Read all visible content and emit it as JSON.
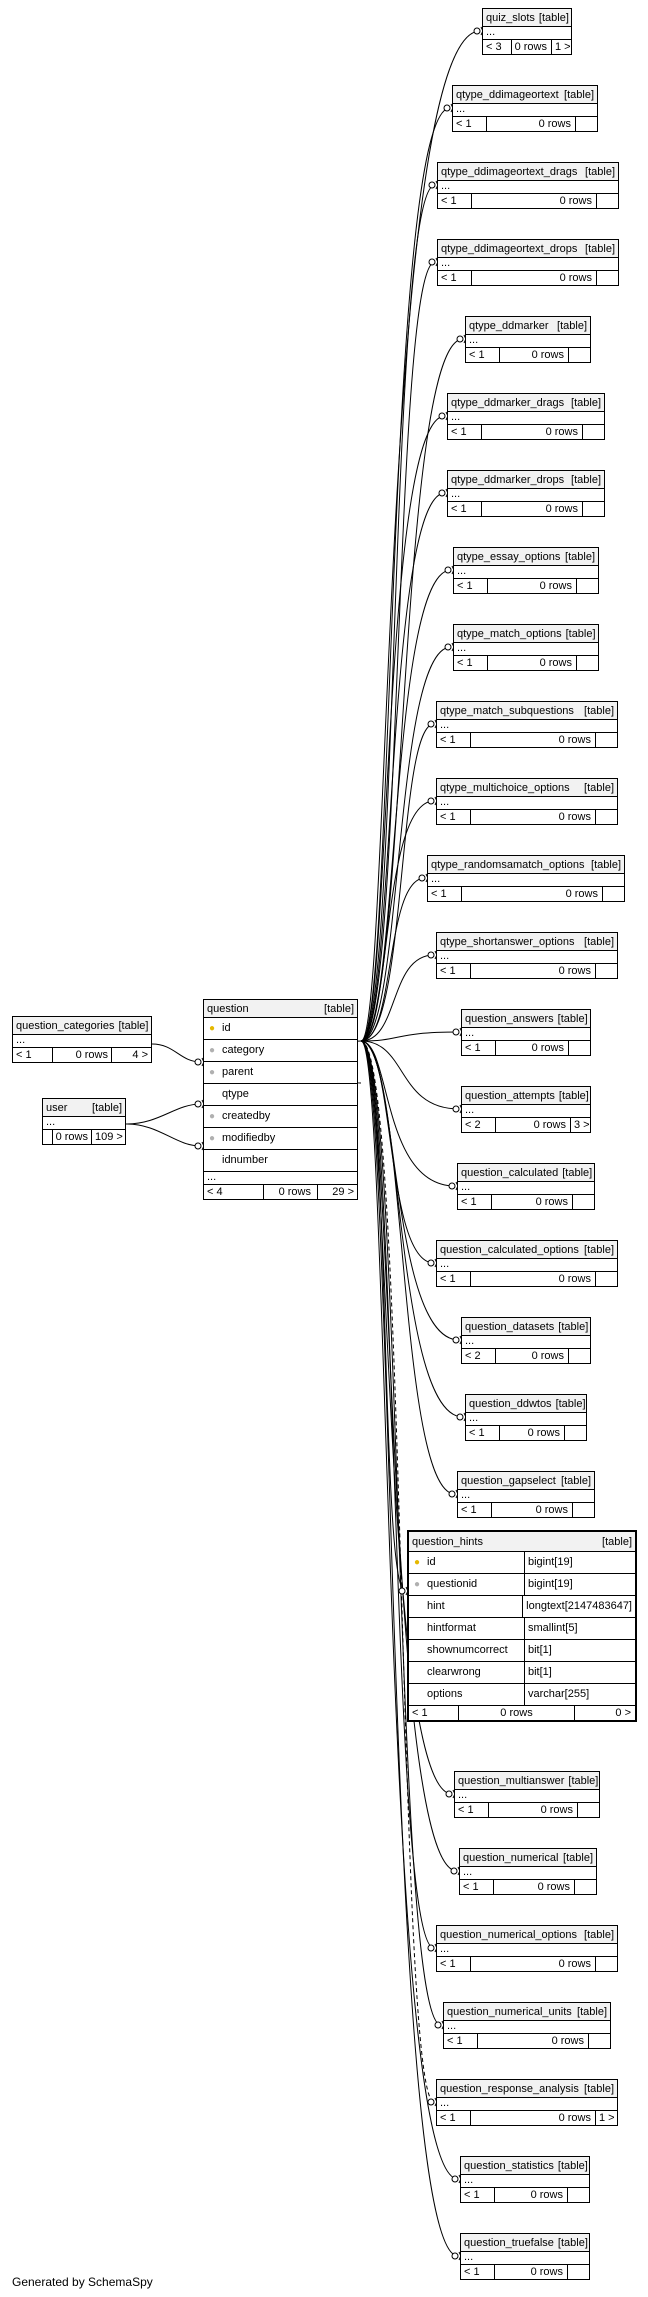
{
  "footer": {
    "credit": "Generated by SchemaSpy"
  },
  "main_table": {
    "name": "question",
    "tag": "[table]",
    "columns": [
      {
        "name": "id",
        "key": "pk"
      },
      {
        "name": "category",
        "key": "fk"
      },
      {
        "name": "parent",
        "key": "fk"
      },
      {
        "name": "qtype",
        "key": ""
      },
      {
        "name": "createdby",
        "key": "fk"
      },
      {
        "name": "modifiedby",
        "key": "fk"
      },
      {
        "name": "idnumber",
        "key": ""
      }
    ],
    "ellipsis": "...",
    "footer": {
      "left": "< 4",
      "mid": "0 rows",
      "right": "29 >"
    }
  },
  "parent_tables": [
    {
      "name": "question_categories",
      "tag": "[table]",
      "ellipsis": "...",
      "footer": {
        "left": "< 1",
        "mid": "0 rows",
        "right": "4 >"
      }
    },
    {
      "name": "user",
      "tag": "[table]",
      "ellipsis": "...",
      "footer": {
        "left": "",
        "mid": "0 rows",
        "right": "109 >"
      }
    }
  ],
  "focus_table": {
    "name": "question_hints",
    "tag": "[table]",
    "columns": [
      {
        "name": "id",
        "key": "pk",
        "type": "bigint[19]"
      },
      {
        "name": "questionid",
        "key": "fk",
        "type": "bigint[19]"
      },
      {
        "name": "hint",
        "key": "",
        "type": "longtext[2147483647]"
      },
      {
        "name": "hintformat",
        "key": "",
        "type": "smallint[5]"
      },
      {
        "name": "shownumcorrect",
        "key": "",
        "type": "bit[1]"
      },
      {
        "name": "clearwrong",
        "key": "",
        "type": "bit[1]"
      },
      {
        "name": "options",
        "key": "",
        "type": "varchar[255]"
      }
    ],
    "footer": {
      "left": "< 1",
      "mid": "0 rows",
      "right": "0 >"
    }
  },
  "child_tables": [
    {
      "name": "quiz_slots",
      "tag": "[table]",
      "ellipsis": "...",
      "footer": {
        "left": "< 3",
        "mid": "0 rows",
        "right": "1 >"
      }
    },
    {
      "name": "qtype_ddimageortext",
      "tag": "[table]",
      "ellipsis": "...",
      "footer": {
        "left": "< 1",
        "mid": "0 rows",
        "right": ""
      }
    },
    {
      "name": "qtype_ddimageortext_drags",
      "tag": "[table]",
      "ellipsis": "...",
      "footer": {
        "left": "< 1",
        "mid": "0 rows",
        "right": ""
      }
    },
    {
      "name": "qtype_ddimageortext_drops",
      "tag": "[table]",
      "ellipsis": "...",
      "footer": {
        "left": "< 1",
        "mid": "0 rows",
        "right": ""
      }
    },
    {
      "name": "qtype_ddmarker",
      "tag": "[table]",
      "ellipsis": "...",
      "footer": {
        "left": "< 1",
        "mid": "0 rows",
        "right": ""
      }
    },
    {
      "name": "qtype_ddmarker_drags",
      "tag": "[table]",
      "ellipsis": "...",
      "footer": {
        "left": "< 1",
        "mid": "0 rows",
        "right": ""
      }
    },
    {
      "name": "qtype_ddmarker_drops",
      "tag": "[table]",
      "ellipsis": "...",
      "footer": {
        "left": "< 1",
        "mid": "0 rows",
        "right": ""
      }
    },
    {
      "name": "qtype_essay_options",
      "tag": "[table]",
      "ellipsis": "...",
      "footer": {
        "left": "< 1",
        "mid": "0 rows",
        "right": ""
      }
    },
    {
      "name": "qtype_match_options",
      "tag": "[table]",
      "ellipsis": "...",
      "footer": {
        "left": "< 1",
        "mid": "0 rows",
        "right": ""
      }
    },
    {
      "name": "qtype_match_subquestions",
      "tag": "[table]",
      "ellipsis": "...",
      "footer": {
        "left": "< 1",
        "mid": "0 rows",
        "right": ""
      }
    },
    {
      "name": "qtype_multichoice_options",
      "tag": "[table]",
      "ellipsis": "...",
      "footer": {
        "left": "< 1",
        "mid": "0 rows",
        "right": ""
      }
    },
    {
      "name": "qtype_randomsamatch_options",
      "tag": "[table]",
      "ellipsis": "...",
      "footer": {
        "left": "< 1",
        "mid": "0 rows",
        "right": ""
      }
    },
    {
      "name": "qtype_shortanswer_options",
      "tag": "[table]",
      "ellipsis": "...",
      "footer": {
        "left": "< 1",
        "mid": "0 rows",
        "right": ""
      }
    },
    {
      "name": "question_answers",
      "tag": "[table]",
      "ellipsis": "...",
      "footer": {
        "left": "< 1",
        "mid": "0 rows",
        "right": ""
      }
    },
    {
      "name": "question_attempts",
      "tag": "[table]",
      "ellipsis": "...",
      "footer": {
        "left": "< 2",
        "mid": "0 rows",
        "right": "3 >"
      }
    },
    {
      "name": "question_calculated",
      "tag": "[table]",
      "ellipsis": "...",
      "footer": {
        "left": "< 1",
        "mid": "0 rows",
        "right": ""
      }
    },
    {
      "name": "question_calculated_options",
      "tag": "[table]",
      "ellipsis": "...",
      "footer": {
        "left": "< 1",
        "mid": "0 rows",
        "right": ""
      }
    },
    {
      "name": "question_datasets",
      "tag": "[table]",
      "ellipsis": "...",
      "footer": {
        "left": "< 2",
        "mid": "0 rows",
        "right": ""
      }
    },
    {
      "name": "question_ddwtos",
      "tag": "[table]",
      "ellipsis": "...",
      "footer": {
        "left": "< 1",
        "mid": "0 rows",
        "right": ""
      }
    },
    {
      "name": "question_gapselect",
      "tag": "[table]",
      "ellipsis": "...",
      "footer": {
        "left": "< 1",
        "mid": "0 rows",
        "right": ""
      }
    },
    {
      "name": "question_multianswer",
      "tag": "[table]",
      "ellipsis": "...",
      "footer": {
        "left": "< 1",
        "mid": "0 rows",
        "right": ""
      }
    },
    {
      "name": "question_numerical",
      "tag": "[table]",
      "ellipsis": "...",
      "footer": {
        "left": "< 1",
        "mid": "0 rows",
        "right": ""
      }
    },
    {
      "name": "question_numerical_options",
      "tag": "[table]",
      "ellipsis": "...",
      "footer": {
        "left": "< 1",
        "mid": "0 rows",
        "right": ""
      }
    },
    {
      "name": "question_numerical_units",
      "tag": "[table]",
      "ellipsis": "...",
      "footer": {
        "left": "< 1",
        "mid": "0 rows",
        "right": ""
      }
    },
    {
      "name": "question_response_analysis",
      "tag": "[table]",
      "ellipsis": "...",
      "footer": {
        "left": "< 1",
        "mid": "0 rows",
        "right": "1 >"
      }
    },
    {
      "name": "question_statistics",
      "tag": "[table]",
      "ellipsis": "...",
      "footer": {
        "left": "< 1",
        "mid": "0 rows",
        "right": ""
      }
    },
    {
      "name": "question_truefalse",
      "tag": "[table]",
      "ellipsis": "...",
      "footer": {
        "left": "< 1",
        "mid": "0 rows",
        "right": ""
      }
    }
  ]
}
